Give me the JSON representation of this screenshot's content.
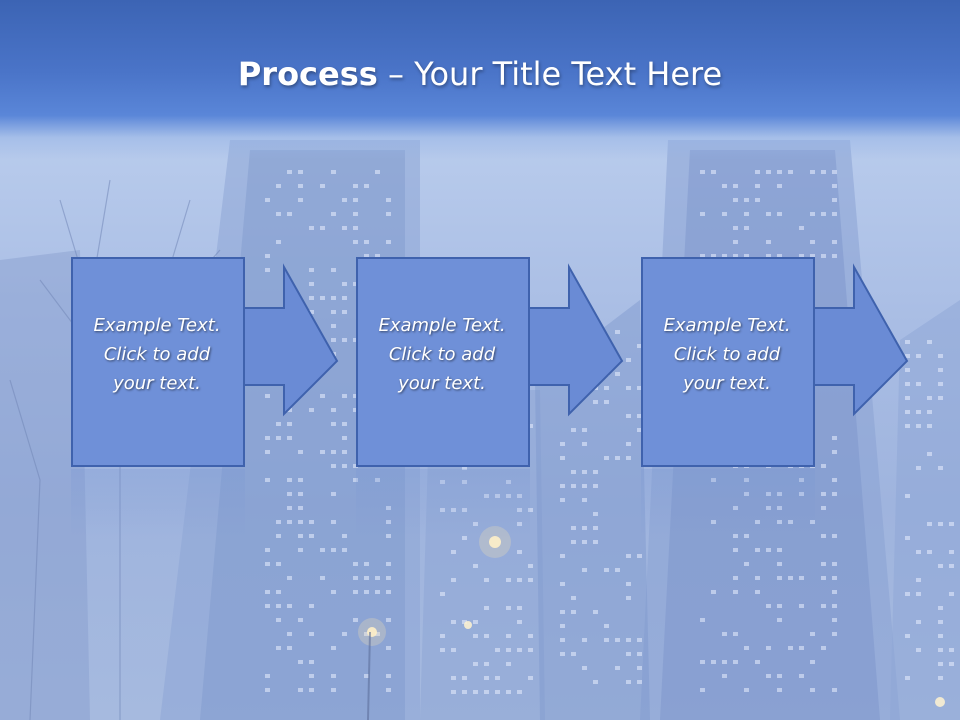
{
  "slide": {
    "title_bold": "Process",
    "title_rest": " – Your Title Text Here"
  },
  "steps": [
    {
      "text": "Example Text.\nClick  to add\nyour text."
    },
    {
      "text": "Example Text.\nClick  to add\nyour text."
    },
    {
      "text": "Example Text.\nClick  to add\nyour text."
    }
  ],
  "colors": {
    "title_bar": "#4a74c8",
    "box_fill": "#6f90d8",
    "box_border": "#3f62ad",
    "arrow_fill": "#6a8bd5"
  },
  "background": {
    "icon": "city-skyscrapers-photo"
  }
}
